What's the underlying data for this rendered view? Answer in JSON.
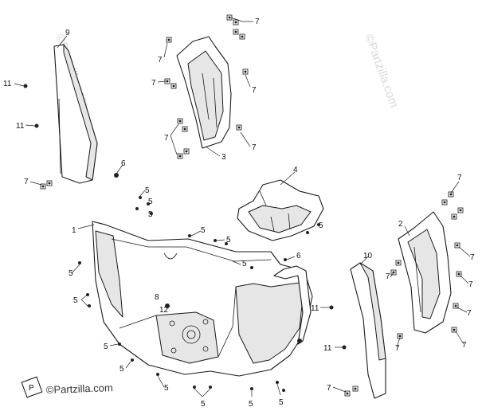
{
  "callouts": {
    "c1": "1",
    "c2": "2",
    "c3": "3",
    "c4": "4",
    "c5": "5",
    "c6": "6",
    "c7": "7",
    "c8": "8",
    "c9": "9",
    "c10": "10",
    "c11": "11",
    "c12": "12"
  },
  "watermark": {
    "text": "©Partzilla.com",
    "logo_text": "P"
  },
  "colors": {
    "line": "#1a1a1a",
    "watermark": "#d9d9d9",
    "background": "#ffffff"
  }
}
